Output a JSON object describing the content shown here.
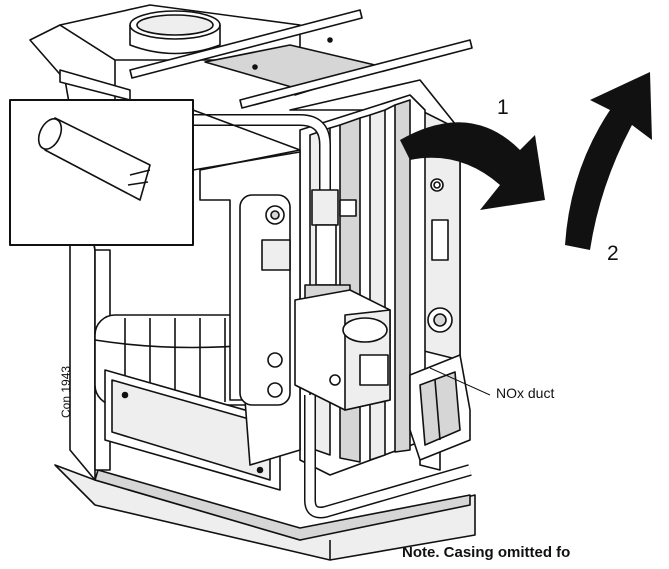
{
  "labels": {
    "step_1": "1",
    "step_2": "2",
    "nox_duct": "NOx duct",
    "note": "Note. Casing omitted fo",
    "drawing_ref": "Con 1943"
  },
  "colors": {
    "line": "#111111",
    "shade": "#d6d6d6",
    "light": "#eeeeee",
    "background": "#ffffff"
  },
  "icons": {
    "arrow_1": "curved-arrow-right",
    "arrow_2": "curved-arrow-up"
  }
}
